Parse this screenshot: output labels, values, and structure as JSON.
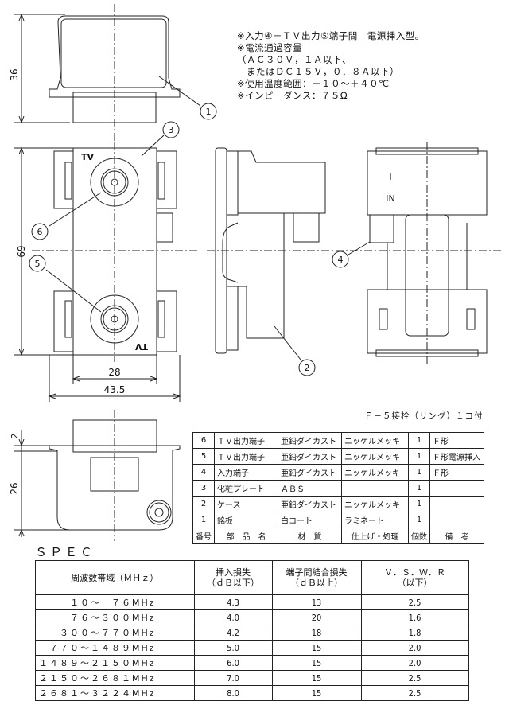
{
  "notes": [
    "※入力④－ＴＶ出力⑤端子間　電源挿入型。",
    "※電流通過容量",
    "（ＡＣ３０Ｖ，１Ａ以下、",
    "　またはＤＣ１５Ｖ，０．８Ａ以下）",
    "※使用温度範囲：－１０～＋４０℃",
    "※インピーダンス：７５Ω"
  ],
  "drawing": {
    "dimensions": {
      "top_view_height": "36",
      "front_view_height": "69",
      "plate_width": "28",
      "overall_width": "43.5",
      "flange_thickness": "2",
      "body_depth": "26"
    },
    "labels": {
      "tv_top": "TV",
      "tv_bottom": "TV",
      "input_mark": "I",
      "input_label": "IN"
    },
    "callouts": [
      "1",
      "2",
      "3",
      "4",
      "5",
      "6"
    ],
    "accessory_note": "Ｆ－５接栓（リング）１コ付"
  },
  "parts_table": {
    "header": [
      "番号",
      "部　品　名",
      "材　質",
      "仕上げ・処理",
      "個数",
      "備　考"
    ],
    "rows": [
      {
        "no": "6",
        "name": "ＴＶ出力端子",
        "material": "亜鉛ダイカスト",
        "finish": "ニッケルメッキ",
        "qty": "1",
        "remarks": "Ｆ形"
      },
      {
        "no": "5",
        "name": "ＴＶ出力端子",
        "material": "亜鉛ダイカスト",
        "finish": "ニッケルメッキ",
        "qty": "1",
        "remarks": "Ｆ形電源挿入"
      },
      {
        "no": "4",
        "name": "入力端子",
        "material": "亜鉛ダイカスト",
        "finish": "ニッケルメッキ",
        "qty": "1",
        "remarks": "Ｆ形"
      },
      {
        "no": "3",
        "name": "化粧プレート",
        "material": "ＡＢＳ",
        "finish": "",
        "qty": "1",
        "remarks": ""
      },
      {
        "no": "2",
        "name": "ケース",
        "material": "亜鉛ダイカスト",
        "finish": "ニッケルメッキ",
        "qty": "1",
        "remarks": ""
      },
      {
        "no": "1",
        "name": "銘板",
        "material": "白コート",
        "finish": "ラミネート",
        "qty": "1",
        "remarks": ""
      }
    ]
  },
  "spec": {
    "title": "ＳＰＥＣ",
    "headers": [
      {
        "line1": "周波数帯域（ＭＨｚ）",
        "line2": ""
      },
      {
        "line1": "挿入損失",
        "line2": "（ｄＢ以下）"
      },
      {
        "line1": "端子間結合損失",
        "line2": "（ｄＢ以上）"
      },
      {
        "line1": "Ｖ．Ｓ．Ｗ．Ｒ",
        "line2": "（以下）"
      }
    ],
    "rows": [
      {
        "band": "１０～　７６MHz",
        "insertion_loss": "4.3",
        "isolation": "13",
        "vswr": "2.5"
      },
      {
        "band": "７６～３００MHz",
        "insertion_loss": "4.0",
        "isolation": "20",
        "vswr": "1.6"
      },
      {
        "band": "３００～７７０MHz",
        "insertion_loss": "4.2",
        "isolation": "18",
        "vswr": "1.8"
      },
      {
        "band": "７７０～１４８９MHz",
        "insertion_loss": "5.0",
        "isolation": "15",
        "vswr": "2.0"
      },
      {
        "band": "１４８９～２１５０MHz",
        "insertion_loss": "6.0",
        "isolation": "15",
        "vswr": "2.0"
      },
      {
        "band": "２１５０～２６８１MHz",
        "insertion_loss": "7.0",
        "isolation": "15",
        "vswr": "2.5"
      },
      {
        "band": "２６８１～３２２４MHz",
        "insertion_loss": "8.0",
        "isolation": "15",
        "vswr": "2.5"
      }
    ]
  }
}
